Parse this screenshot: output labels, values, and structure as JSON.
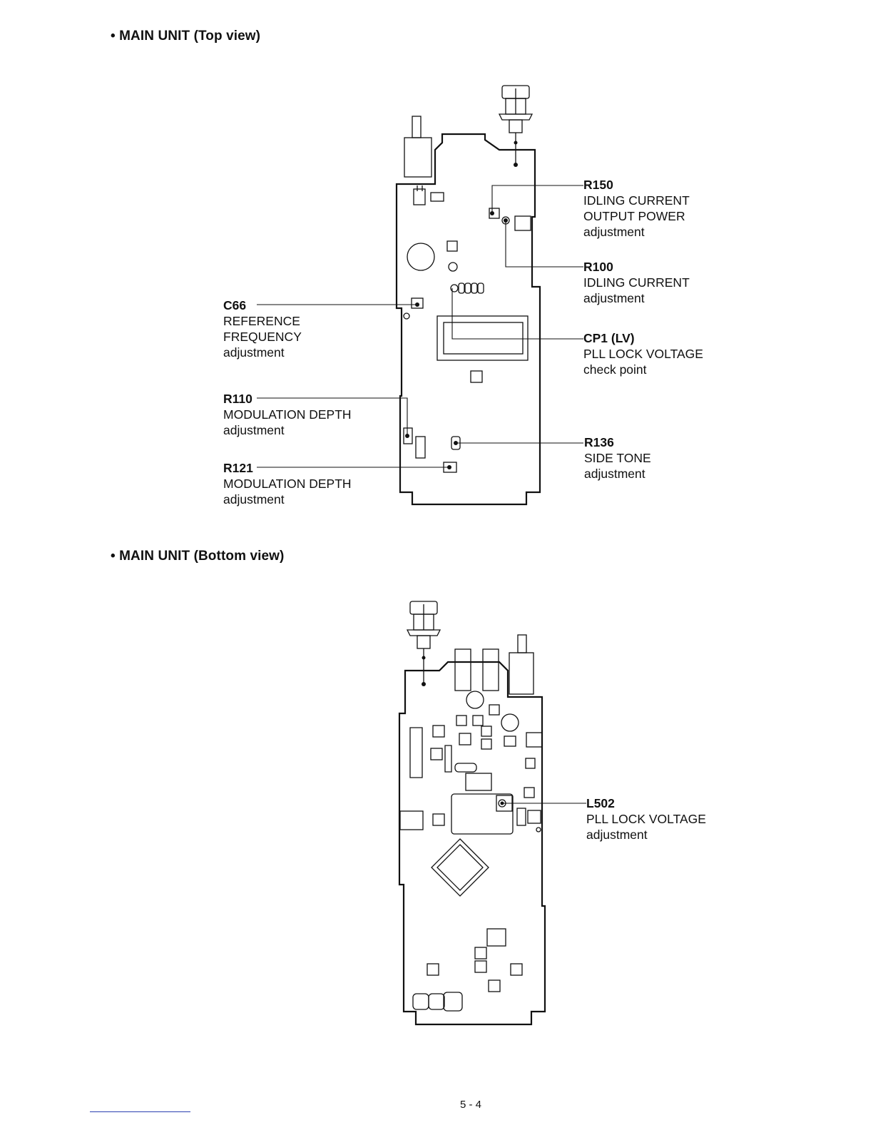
{
  "headings": {
    "top": "• MAIN UNIT (Top view)",
    "bottom": "• MAIN UNIT (Bottom view)"
  },
  "top_callouts": [
    {
      "ref": "R150",
      "lines": [
        "IDLING CURRENT",
        "OUTPUT POWER",
        "adjustment"
      ]
    },
    {
      "ref": "R100",
      "lines": [
        "IDLING CURRENT",
        "adjustment"
      ]
    },
    {
      "ref": "CP1 (LV)",
      "lines": [
        "PLL LOCK VOLTAGE",
        "check point"
      ]
    },
    {
      "ref": "R136",
      "lines": [
        "SIDE TONE",
        "adjustment"
      ]
    },
    {
      "ref": "C66",
      "lines": [
        "REFERENCE",
        "FREQUENCY",
        "adjustment"
      ]
    },
    {
      "ref": "R110",
      "lines": [
        "MODULATION DEPTH",
        "adjustment"
      ]
    },
    {
      "ref": "R121",
      "lines": [
        "MODULATION DEPTH",
        "adjustment"
      ]
    }
  ],
  "bottom_callouts": [
    {
      "ref": "L502",
      "lines": [
        "PLL LOCK VOLTAGE",
        "adjustment"
      ]
    }
  ],
  "page_number": "5 - 4"
}
